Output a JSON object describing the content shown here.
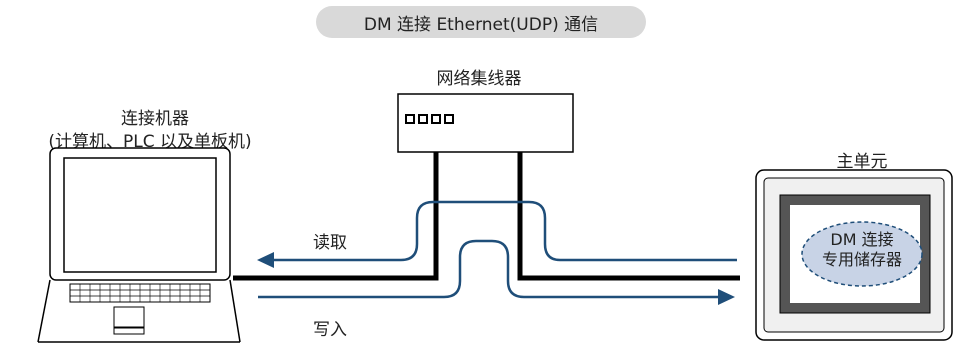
{
  "title": "DM 连接 Ethernet(UDP) 通信",
  "hub": {
    "label": "网络集线器"
  },
  "device": {
    "label_line1": "连接机器",
    "label_line2": "(计算机、PLC 以及单板机)"
  },
  "main_unit": {
    "label": "主单元",
    "memory_line1": "DM 连接",
    "memory_line2": "专用储存器"
  },
  "arrows": {
    "read_label": "读取",
    "write_label": "写入"
  },
  "colors": {
    "flow_line": "#1f4e79",
    "cable": "#000000",
    "pill": "#d9d9d9",
    "memory_fill": "#c8d3e6"
  }
}
